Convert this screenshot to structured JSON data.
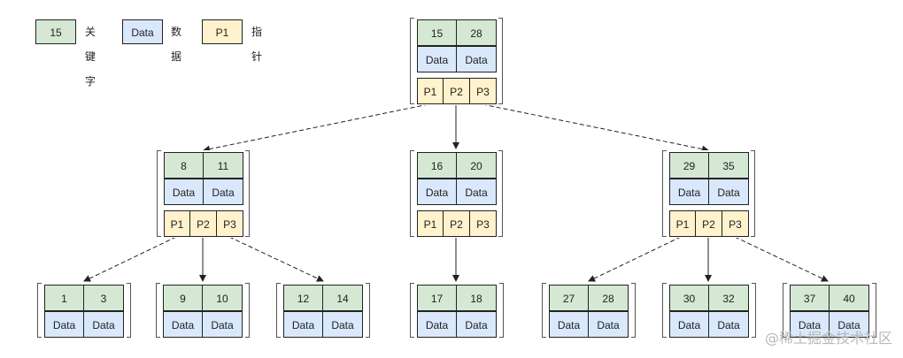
{
  "legend": [
    {
      "swatch": "15",
      "label": "关键字"
    },
    {
      "swatch": "Data",
      "label": "数据"
    },
    {
      "swatch": "P1",
      "label": "指针"
    }
  ],
  "nodes": {
    "root": {
      "keys": [
        "15",
        "28"
      ],
      "data": [
        "Data",
        "Data"
      ],
      "pointers": [
        "P1",
        "P2",
        "P3"
      ]
    },
    "level1_left": {
      "keys": [
        "8",
        "11"
      ],
      "data": [
        "Data",
        "Data"
      ],
      "pointers": [
        "P1",
        "P2",
        "P3"
      ]
    },
    "level1_middle": {
      "keys": [
        "16",
        "20"
      ],
      "data": [
        "Data",
        "Data"
      ],
      "pointers": [
        "P1",
        "P2",
        "P3"
      ]
    },
    "level1_right": {
      "keys": [
        "29",
        "35"
      ],
      "data": [
        "Data",
        "Data"
      ],
      "pointers": [
        "P1",
        "P2",
        "P3"
      ]
    },
    "leaf_1": {
      "keys": [
        "1",
        "3"
      ],
      "data": [
        "Data",
        "Data"
      ]
    },
    "leaf_2": {
      "keys": [
        "9",
        "10"
      ],
      "data": [
        "Data",
        "Data"
      ]
    },
    "leaf_3": {
      "keys": [
        "12",
        "14"
      ],
      "data": [
        "Data",
        "Data"
      ]
    },
    "leaf_4": {
      "keys": [
        "17",
        "18"
      ],
      "data": [
        "Data",
        "Data"
      ]
    },
    "leaf_5": {
      "keys": [
        "27",
        "28"
      ],
      "data": [
        "Data",
        "Data"
      ]
    },
    "leaf_6": {
      "keys": [
        "30",
        "32"
      ],
      "data": [
        "Data",
        "Data"
      ]
    },
    "leaf_7": {
      "keys": [
        "37",
        "40"
      ],
      "data": [
        "Data",
        "Data"
      ]
    }
  },
  "watermark": "@稀土掘金技术社区",
  "colors": {
    "key_fill": "#d5e8d4",
    "key_border": "#82b366",
    "data_fill": "#dae8fc",
    "data_border": "#6c8ebf",
    "pointer_fill": "#fff2cc",
    "pointer_border": "#d6b656",
    "edge": "#222222"
  }
}
